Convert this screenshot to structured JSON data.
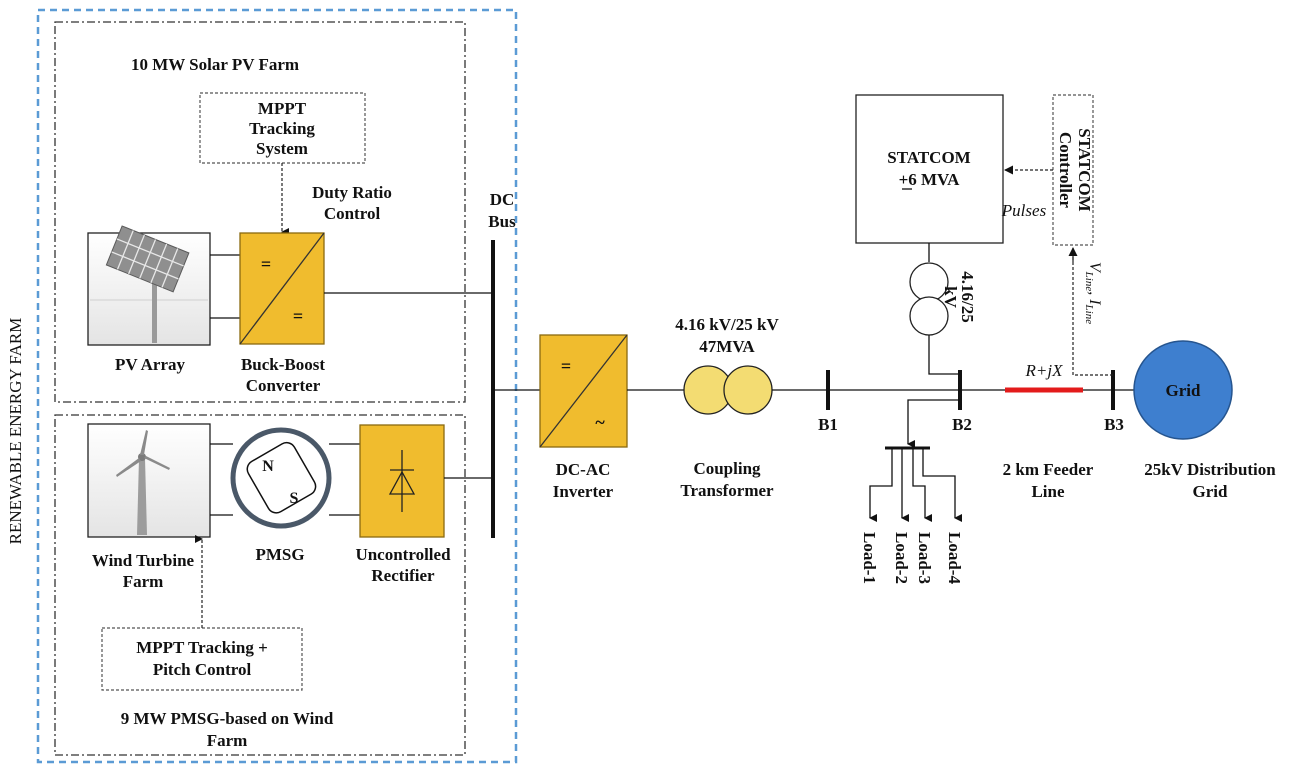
{
  "colors": {
    "outer_border": "#5b9bd5",
    "converter_fill": "#f0bc2e",
    "converter_stroke": "#8a6a10",
    "transformer_fill": "#f3dc72",
    "grid_fill": "#3e7fcf",
    "feeder_line": "#e31b1b",
    "line": "#111111"
  },
  "side_label": "RENEWABLE ENERGY FARM",
  "solar": {
    "title": "10 MW Solar PV Farm",
    "mppt_line1": "MPPT",
    "mppt_line2": "Tracking",
    "mppt_line3": "System",
    "duty_line1": "Duty Ratio",
    "duty_line2": "Control",
    "pv_label": "PV Array",
    "conv_line1": "Buck-Boost",
    "conv_line2": "Converter",
    "conv_top_symbol": "=",
    "conv_bottom_symbol": "="
  },
  "wind": {
    "turbine_line1": "Wind Turbine",
    "turbine_line2": "Farm",
    "pmsg_label": "PMSG",
    "pole_n": "N",
    "pole_s": "S",
    "rect_line1": "Uncontrolled",
    "rect_line2": "Rectifier",
    "mppt_line1": "MPPT Tracking +",
    "mppt_line2": "Pitch Control",
    "title_line1": "9 MW PMSG-based on Wind",
    "title_line2": "Farm"
  },
  "dc_bus": {
    "line1": "DC",
    "line2": "Bus"
  },
  "inverter": {
    "line1": "DC-AC",
    "line2": "Inverter",
    "dc_symbol": "=",
    "ac_symbol": "~"
  },
  "coupling": {
    "rating_line1": "4.16 kV/25 kV",
    "rating_line2": "47MVA",
    "name_line1": "Coupling",
    "name_line2": "Transformer"
  },
  "buses": {
    "b1": "B1",
    "b2": "B2",
    "b3": "B3"
  },
  "statcom": {
    "line1": "STATCOM",
    "line2": "+6 MVA",
    "controller_line1": "STATCOM",
    "controller_line2": "Controller",
    "pulses": "Pulses",
    "transformer_line1": "4.16/25",
    "transformer_line2": "kV",
    "feedback_v": "V",
    "feedback_v_sub": "Line",
    "feedback_sep": ", ",
    "feedback_i": "I",
    "feedback_i_sub": "Line"
  },
  "feeder": {
    "impedance": "R+jX",
    "line1": "2 km Feeder",
    "line2": "Line"
  },
  "grid": {
    "label": "Grid",
    "line1": "25kV Distribution",
    "line2": "Grid"
  },
  "loads": [
    "Load-1",
    "Load-2",
    "Load-3",
    "Load-4"
  ]
}
